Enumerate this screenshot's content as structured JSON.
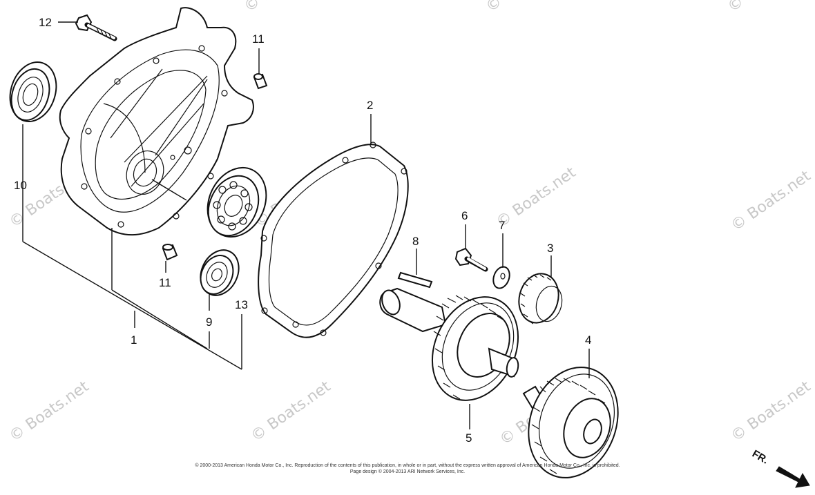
{
  "callouts": {
    "c1": "1",
    "c2": "2",
    "c3": "3",
    "c4": "4",
    "c5": "5",
    "c6": "6",
    "c7": "7",
    "c8": "8",
    "c9": "9",
    "c10": "10",
    "c11a": "11",
    "c11b": "11",
    "c12": "12",
    "c13": "13"
  },
  "watermark": "© Boats.net",
  "direction_label": "FR.",
  "copyright": {
    "line1": "© 2000-2013 American Honda Motor Co., Inc. Reproduction of the contents of this publication, in whole or in part, without the express written approval of American Honda Motor Co., Inc. is prohibited.",
    "line2": "Page design © 2004-2013 ARI Network Services, Inc."
  },
  "colors": {
    "ink": "#111111",
    "watermark": "#c8c8c8",
    "background": "#ffffff"
  }
}
